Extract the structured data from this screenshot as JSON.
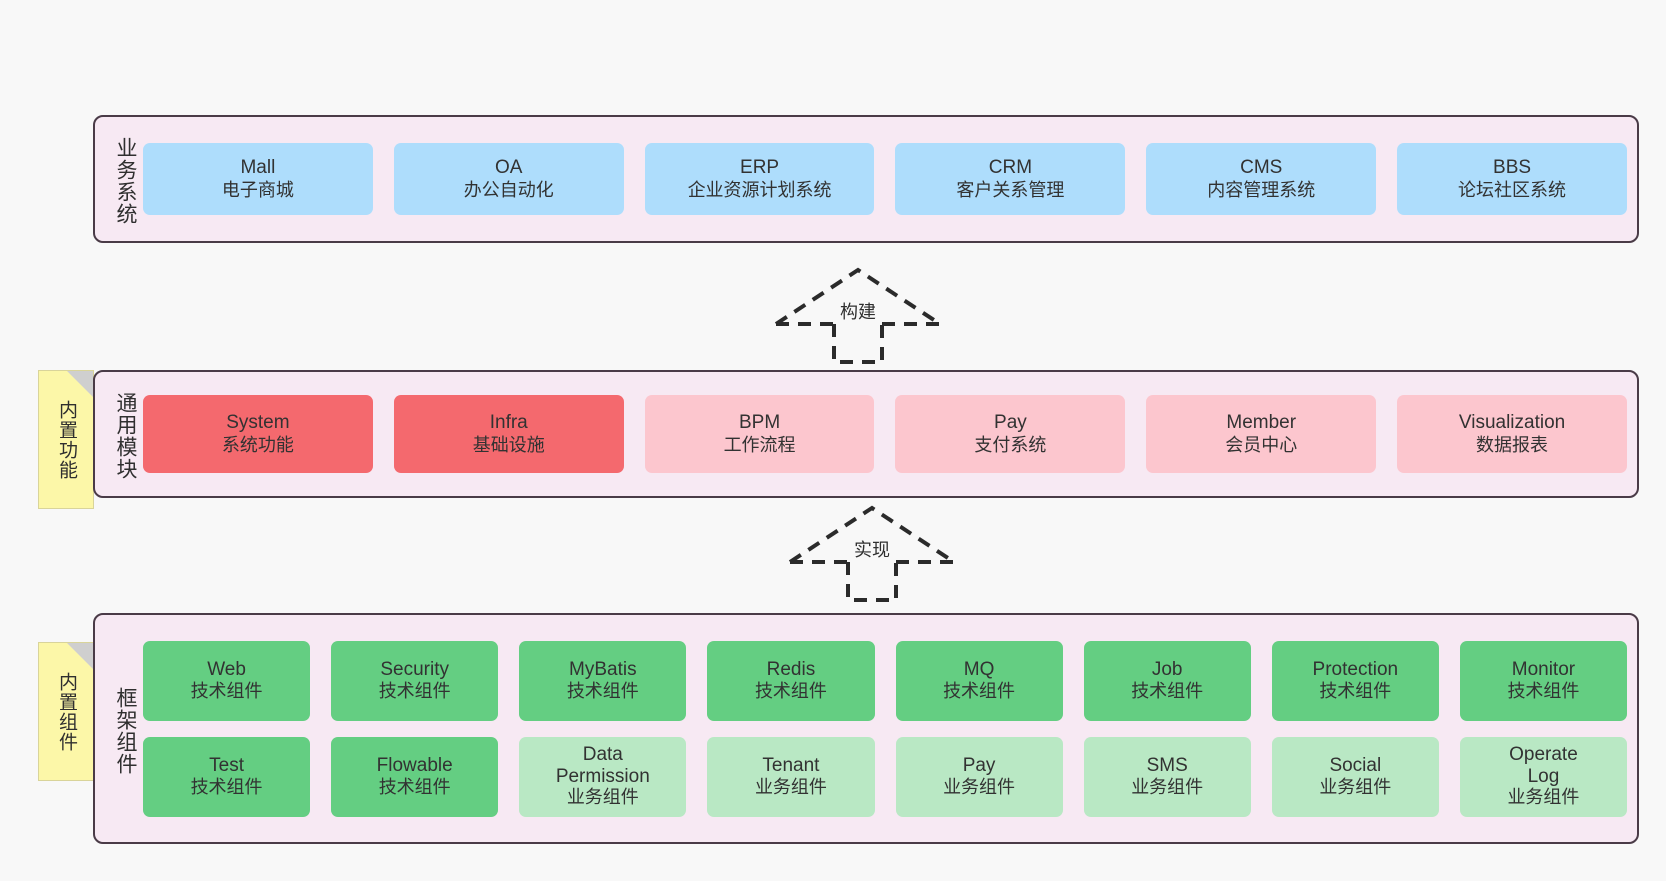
{
  "theme": {
    "page_background": "#f8f8f8",
    "layer_background": "#f7e9f3",
    "layer_border": "#4a3b47",
    "business_cell": "#aeddfc",
    "module_primary": "#f4696e",
    "module_secondary": "#fcc6ce",
    "framework_tech": "#64ce82",
    "framework_business": "#b9e8c4",
    "sticky_note": "#fcf7a8",
    "sticky_fold": "#cfcfcf"
  },
  "layers": {
    "business": {
      "title": "业务系统",
      "rows": [
        [
          {
            "en": "Mall",
            "cn": "电子商城"
          },
          {
            "en": "OA",
            "cn": "办公自动化"
          },
          {
            "en": "ERP",
            "cn": "企业资源计划系统"
          },
          {
            "en": "CRM",
            "cn": "客户关系管理"
          },
          {
            "en": "CMS",
            "cn": "内容管理系统"
          },
          {
            "en": "BBS",
            "cn": "论坛社区系统"
          }
        ]
      ]
    },
    "modules": {
      "title": "通用模块",
      "sticky": "内置功能",
      "rows": [
        [
          {
            "en": "System",
            "cn": "系统功能",
            "variant": "primary"
          },
          {
            "en": "Infra",
            "cn": "基础设施",
            "variant": "primary"
          },
          {
            "en": "BPM",
            "cn": "工作流程",
            "variant": "secondary"
          },
          {
            "en": "Pay",
            "cn": "支付系统",
            "variant": "secondary"
          },
          {
            "en": "Member",
            "cn": "会员中心",
            "variant": "secondary"
          },
          {
            "en": "Visualization",
            "cn": "数据报表",
            "variant": "secondary"
          }
        ]
      ]
    },
    "framework": {
      "title": "框架组件",
      "sticky": "内置组件",
      "rows": [
        [
          {
            "en": "Web",
            "cn": "技术组件",
            "variant": "tech"
          },
          {
            "en": "Security",
            "cn": "技术组件",
            "variant": "tech"
          },
          {
            "en": "MyBatis",
            "cn": "技术组件",
            "variant": "tech"
          },
          {
            "en": "Redis",
            "cn": "技术组件",
            "variant": "tech"
          },
          {
            "en": "MQ",
            "cn": "技术组件",
            "variant": "tech"
          },
          {
            "en": "Job",
            "cn": "技术组件",
            "variant": "tech"
          },
          {
            "en": "Protection",
            "cn": "技术组件",
            "variant": "tech"
          },
          {
            "en": "Monitor",
            "cn": "技术组件",
            "variant": "tech"
          }
        ],
        [
          {
            "en": "Test",
            "cn": "技术组件",
            "variant": "tech"
          },
          {
            "en": "Flowable",
            "cn": "技术组件",
            "variant": "tech"
          },
          {
            "en": "Data Permission",
            "cn": "业务组件",
            "variant": "business"
          },
          {
            "en": "Tenant",
            "cn": "业务组件",
            "variant": "business"
          },
          {
            "en": "Pay",
            "cn": "业务组件",
            "variant": "business"
          },
          {
            "en": "SMS",
            "cn": "业务组件",
            "variant": "business"
          },
          {
            "en": "Social",
            "cn": "业务组件",
            "variant": "business"
          },
          {
            "en": "Operate Log",
            "cn": "业务组件",
            "variant": "business"
          }
        ]
      ]
    }
  },
  "arrows": [
    {
      "label": "构建",
      "from": "通用模块",
      "to": "业务系统"
    },
    {
      "label": "实现",
      "from": "框架组件",
      "to": "通用模块"
    }
  ]
}
